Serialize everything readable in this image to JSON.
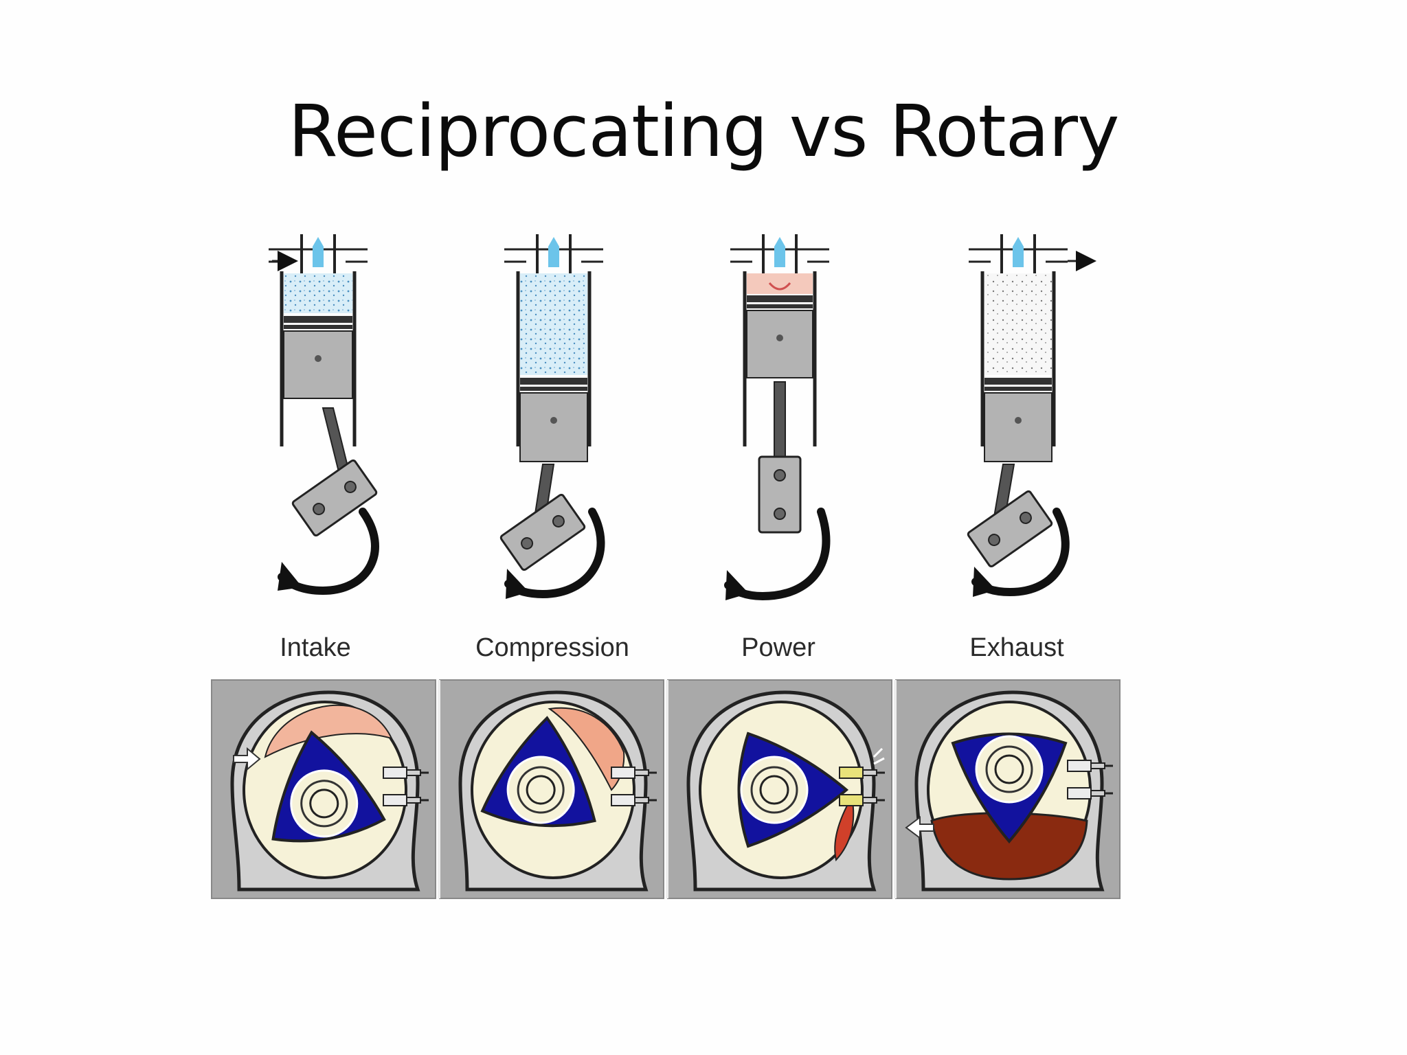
{
  "slide": {
    "title": "Reciprocating vs Rotary"
  },
  "stages": [
    {
      "label": "Intake"
    },
    {
      "label": "Compression"
    },
    {
      "label": "Power"
    },
    {
      "label": "Exhaust"
    }
  ],
  "icons": {
    "piston_cylinder": "piston-cylinder-icon",
    "rotary_chamber": "wankel-rotor-icon",
    "rotation_arrow": "curved-arrow-icon",
    "spark_plug": "spark-plug-icon"
  },
  "colors": {
    "fuel_mix": "#bfe0f2",
    "rotor": "#12129e",
    "housing": "#a8a8a8",
    "intake_charge": "#f2b59c",
    "exhaust_gas": "#8a2a10",
    "chamber_cream": "#f6f2d8"
  }
}
